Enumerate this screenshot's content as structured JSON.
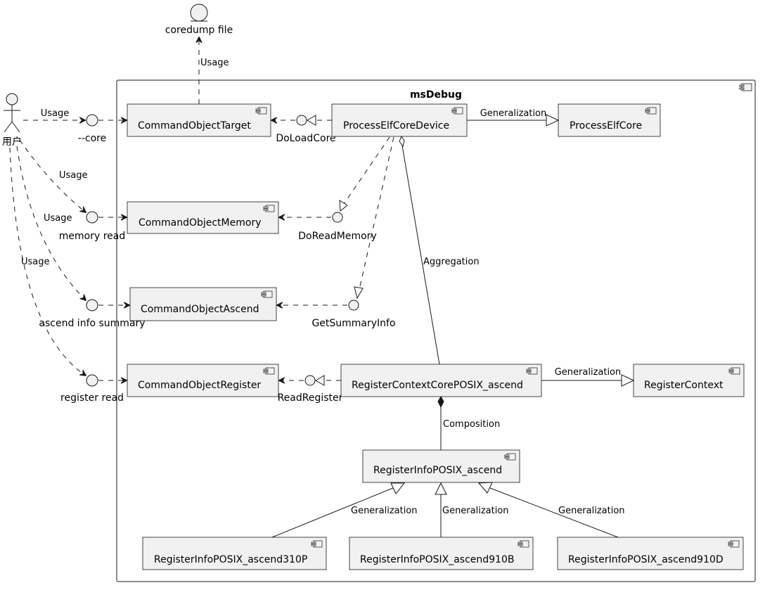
{
  "package": {
    "title": "msDebug"
  },
  "actor": {
    "label": "用户"
  },
  "entity": {
    "label": "coredump file"
  },
  "interfaces": {
    "core": "--core",
    "memory_read": "memory read",
    "ascend_info": "ascend info summary",
    "register_read": "register read",
    "do_load_core": "DoLoadCore",
    "do_read_memory": "DoReadMemory",
    "get_summary_info": "GetSummaryInfo",
    "read_register": "ReadRegister"
  },
  "components": {
    "command_object_target": "CommandObjectTarget",
    "command_object_memory": "CommandObjectMemory",
    "command_object_ascend": "CommandObjectAscend",
    "command_object_register": "CommandObjectRegister",
    "process_elf_core_device": "ProcessElfCoreDevice",
    "process_elf_core": "ProcessElfCore",
    "register_context_core": "RegisterContextCorePOSIX_ascend",
    "register_context": "RegisterContext",
    "register_info": "RegisterInfoPOSIX_ascend",
    "register_info_310p": "RegisterInfoPOSIX_ascend310P",
    "register_info_910b": "RegisterInfoPOSIX_ascend910B",
    "register_info_910d": "RegisterInfoPOSIX_ascend910D"
  },
  "relations": {
    "usage_entity": "Usage",
    "usage_core": "Usage",
    "usage_memory": "Usage",
    "usage_ascend": "Usage",
    "usage_register": "Usage",
    "gen_process": "Generalization",
    "gen_register_context": "Generalization",
    "aggregation": "Aggregation",
    "composition": "Composition",
    "gen_310p": "Generalization",
    "gen_910b": "Generalization",
    "gen_910d": "Generalization"
  }
}
